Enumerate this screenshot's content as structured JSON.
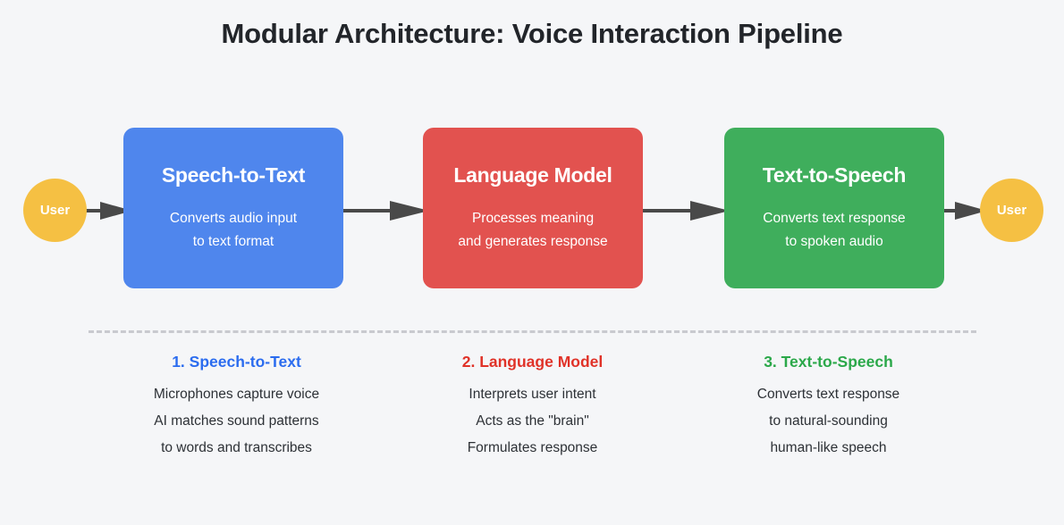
{
  "title": "Modular Architecture: Voice Interaction Pipeline",
  "colors": {
    "background": "#f5f6f8",
    "title_text": "#22252a",
    "stage_blue": "#4f86ed",
    "stage_red": "#e2524f",
    "stage_green": "#3fae5c",
    "user_amber": "#f5c043",
    "arrow_gray": "#494949",
    "divider_gray": "#c9cacf",
    "legend_blue": "#2b6cef",
    "legend_red": "#e03228",
    "legend_green": "#2ba84a",
    "body_text": "#2d3136"
  },
  "endpoints": {
    "left": {
      "label": "User"
    },
    "right": {
      "label": "User"
    }
  },
  "stages": [
    {
      "title": "Speech-to-Text",
      "desc_line_1": "Converts audio input",
      "desc_line_2": "to text format",
      "color": "#4f86ed"
    },
    {
      "title": "Language Model",
      "desc_line_1": "Processes meaning",
      "desc_line_2": "and generates response",
      "color": "#e2524f"
    },
    {
      "title": "Text-to-Speech",
      "desc_line_1": "Converts text response",
      "desc_line_2": "to spoken audio",
      "color": "#3fae5c"
    }
  ],
  "legend": [
    {
      "heading": "1. Speech-to-Text",
      "color": "#2b6cef",
      "lines": [
        "Microphones capture voice",
        "AI matches sound patterns",
        "to words and transcribes"
      ]
    },
    {
      "heading": "2. Language Model",
      "color": "#e03228",
      "lines": [
        "Interprets user intent",
        "Acts as the \"brain\"",
        "Formulates response"
      ]
    },
    {
      "heading": "3. Text-to-Speech",
      "color": "#2ba84a",
      "lines": [
        "Converts text response",
        "to natural-sounding",
        "human-like speech"
      ]
    }
  ]
}
